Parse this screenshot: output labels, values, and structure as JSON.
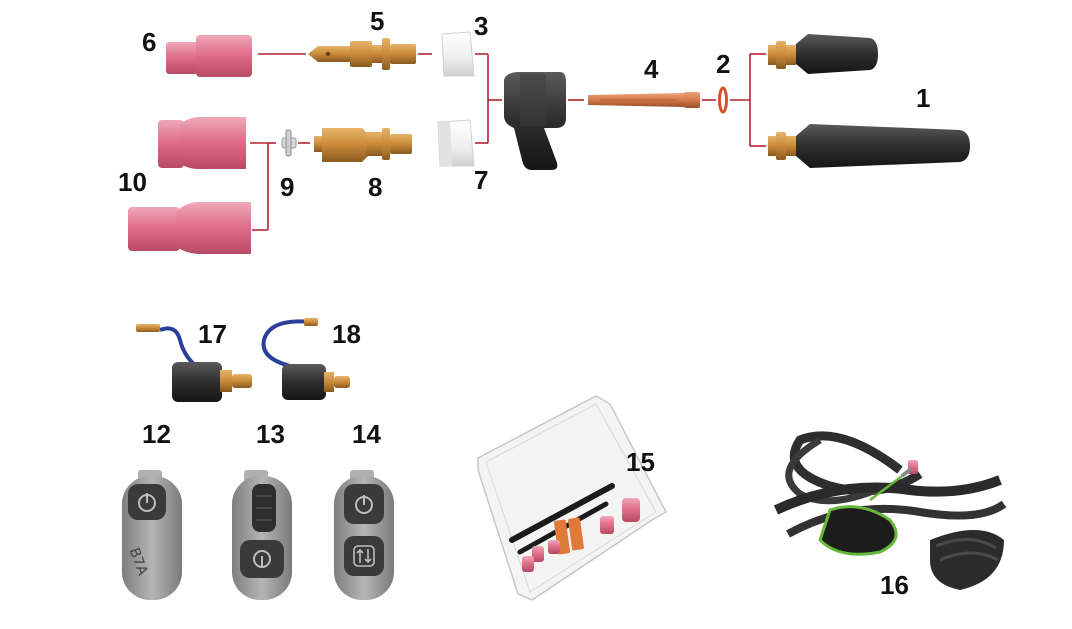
{
  "diagram": {
    "labels": {
      "l1": "1",
      "l2": "2",
      "l3": "3",
      "l4": "4",
      "l5": "5",
      "l6": "6",
      "l7": "7",
      "l8": "8",
      "l9": "9",
      "l10": "10",
      "l11_17": "17",
      "l18": "18",
      "l12": "12",
      "l13": "13",
      "l14": "14",
      "l15": "15",
      "l16": "16"
    },
    "colors": {
      "nozzle_pink": "#e0708c",
      "brass": "#c98a3a",
      "copper": "#d27a4a",
      "rubber_black": "#2e2e2e",
      "connector_red": "#b52433",
      "heatshield_white": "#f1f1f1",
      "hose_blue": "#2b3f9a",
      "switch_grey": "#9b9b9b"
    },
    "icons": {
      "switch12": "power-icon",
      "switch13_top": "scroll-wheel-icon",
      "switch13_bottom": "trigger-icon",
      "switch14_top": "power-icon",
      "switch14_bottom": "up-down-arrows-icon"
    }
  }
}
